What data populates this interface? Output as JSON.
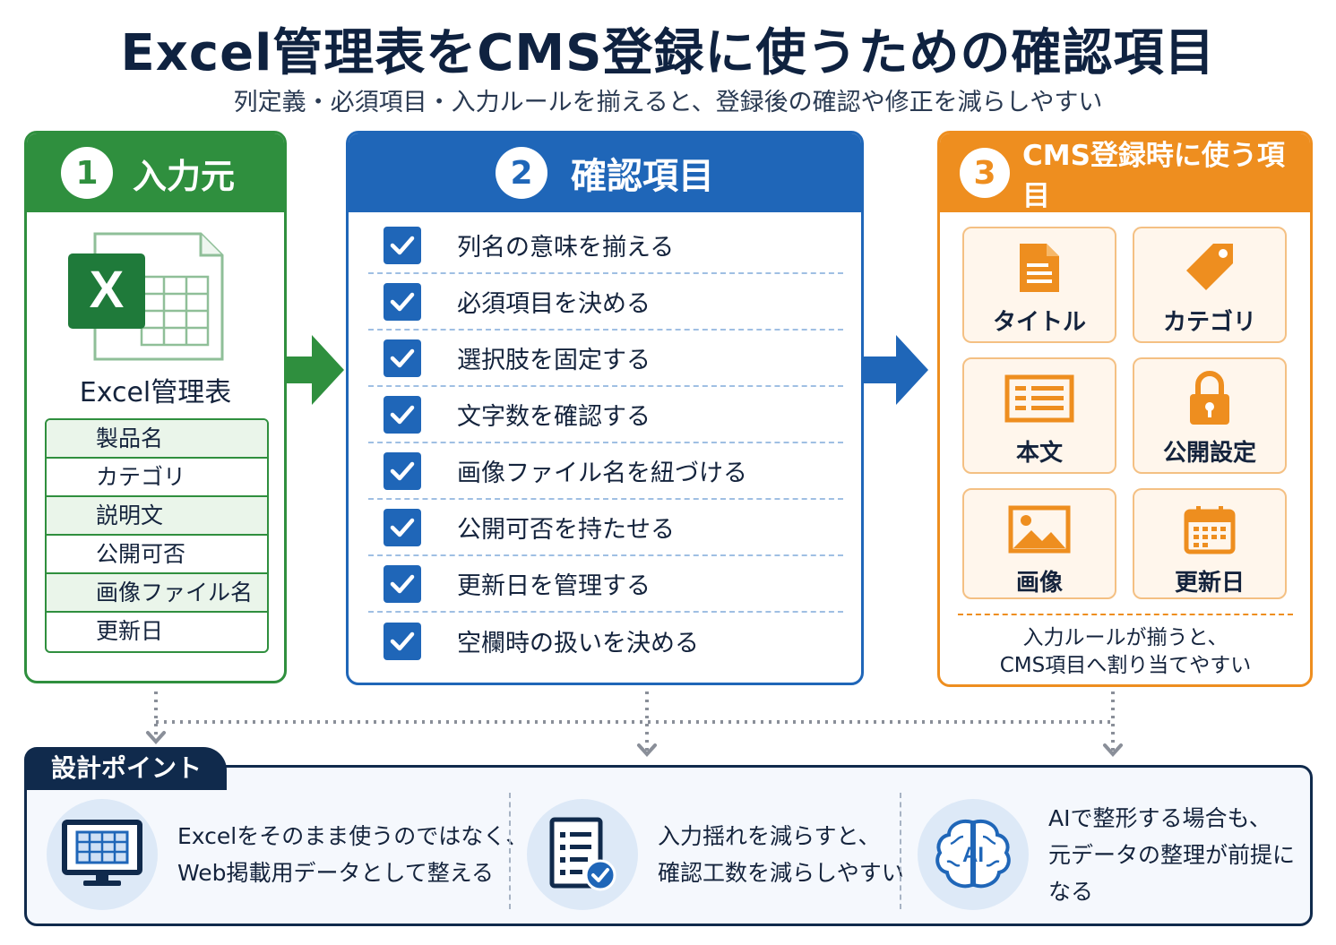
{
  "title": "Excel管理表をCMS登録に使うための確認項目",
  "subtitle": "列定義・必須項目・入力ルールを揃えると、登録後の確認や修正を減らしやすい",
  "colors": {
    "green": "#2f8f3e",
    "blue": "#1f66b8",
    "orange": "#ee8e1f",
    "navy": "#102a4c"
  },
  "panel1": {
    "number": "1",
    "heading": "入力元",
    "icon": "excel-icon",
    "excel_label": "Excel管理表",
    "fields": [
      "製品名",
      "カテゴリ",
      "説明文",
      "公開可否",
      "画像ファイル名",
      "更新日"
    ]
  },
  "panel2": {
    "number": "2",
    "heading": "確認項目",
    "items": [
      "列名の意味を揃える",
      "必須項目を決める",
      "選択肢を固定する",
      "文字数を確認する",
      "画像ファイル名を紐づける",
      "公開可否を持たせる",
      "更新日を管理する",
      "空欄時の扱いを決める"
    ]
  },
  "panel3": {
    "number": "3",
    "heading": "CMS登録時に使う項目",
    "cards": [
      {
        "label": "タイトル",
        "icon": "document-icon"
      },
      {
        "label": "カテゴリ",
        "icon": "tag-icon"
      },
      {
        "label": "本文",
        "icon": "text-lines-icon"
      },
      {
        "label": "公開設定",
        "icon": "lock-icon"
      },
      {
        "label": "画像",
        "icon": "image-icon"
      },
      {
        "label": "更新日",
        "icon": "calendar-icon"
      }
    ],
    "note_line1": "入力ルールが揃うと、",
    "note_line2": "CMS項目へ割り当てやすい"
  },
  "design": {
    "tag": "設計ポイント",
    "points": [
      {
        "icon": "monitor-table-icon",
        "line1": "Excelをそのまま使うのではなく、",
        "line2": "Web掲載用データとして整える"
      },
      {
        "icon": "checklist-icon",
        "line1": "入力揺れを減らすと、",
        "line2": "確認工数を減らしやすい"
      },
      {
        "icon": "ai-brain-icon",
        "line1": "AIで整形する場合も、",
        "line2": "元データの整理が前提になる"
      }
    ]
  }
}
